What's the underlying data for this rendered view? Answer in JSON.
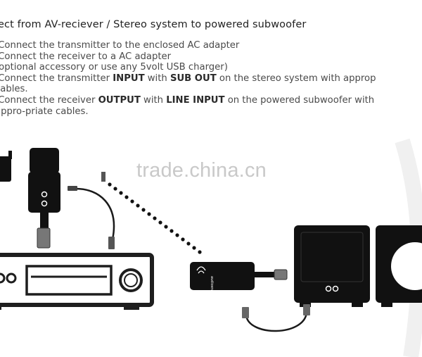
{
  "heading": "ect from AV-reciever / Stereo system to powered subwoofer",
  "steps": {
    "s1": "Connect the transmitter to the enclosed AC adapter",
    "s2": "Connect the receiver to a AC adapter",
    "s3": "(optional accessory or use any 5volt USB charger)",
    "s4a": "Connect the transmitter ",
    "s4b": "INPUT",
    "s4c": " with ",
    "s4d": "SUB OUT",
    "s4e": " on the stereo system with approp",
    "s5": "cables.",
    "s6a": "Connect the receiver ",
    "s6b": "OUTPUT",
    "s6c": " with ",
    "s6d": "LINE INPUT",
    "s6e": " on the powered subwoofer with",
    "s7": "appro-priate cables."
  },
  "device_brand": "audioengine",
  "watermark": "trade.china.cn",
  "colors": {
    "device": "#111111",
    "cable": "#1a1a1a",
    "receiver_outline": "#1e1e1e"
  }
}
